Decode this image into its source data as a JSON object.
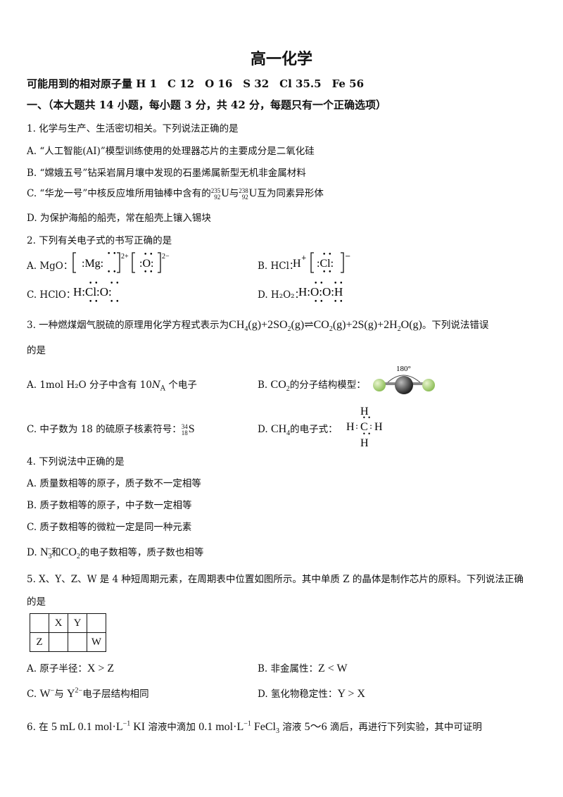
{
  "header": {
    "title": "高一化学",
    "atomic_masses_label": "可能用到的相对原子量 H 1　C 12　O 16　S 32　Cl 35.5　Fe 56",
    "section_one": "一、（本大题共 14 小题，每小题 3 分，共 42 分，每题只有一个正确选项）"
  },
  "q1": {
    "stem": "1. 化学与生产、生活密切相关。下列说法正确的是",
    "a": "A. “人工智能(AI)”模型训练使用的处理器芯片的主要成分是二氧化硅",
    "b": "B. “嫦娥五号”钻采岩屑月壤中发现的石墨烯属新型无机非金属材料",
    "c_pre": "C. “华龙一号”中核反应堆所用铀棒中含有的",
    "c_mid": "与",
    "c_post": "互为同素异形体",
    "d": "D. 为保护海船的船壳，常在船壳上镶入锡块"
  },
  "q2": {
    "stem": "2. 下列有关电子式的书写正确的是",
    "a_label": "A. MgO：",
    "b_label": "B. HCl：",
    "c_label": "C. HClO：",
    "d_label": "D. H₂O₂："
  },
  "q3": {
    "stem_pre": "3. 一种燃煤烟气脱硫的原理用化学方程式表示为",
    "stem_post": "。下列说法错误",
    "stem_cont": "的是",
    "a_pre": "A. 1mol H₂O 分子中含有 10",
    "a_na": "N",
    "a_na_sub": "A",
    "a_post": " 个电子",
    "b_pre": "B.",
    "b_post": "的分子结构模型：",
    "angle": "180°",
    "c_pre": "C. 中子数为 18 的硫原子核素符号：",
    "d_pre": "D.",
    "d_post": "的电子式："
  },
  "q4": {
    "stem": "4. 下列说法中正确的是",
    "a": "A. 质量数相等的原子，质子数不一定相等",
    "b": "B. 质子数相等的原子，中子数一定相等",
    "c": "C. 质子数相等的微粒一定是同一种元素",
    "d_pre": "D.",
    "d_mid": "和",
    "d_post": "的电子数相等，质子数也相等"
  },
  "q5": {
    "stem": "5. X、Y、Z、W 是 4 种短周期元素，在周期表中位置如图所示。其中单质 Z 的晶体是制作芯片的原料。下列说法正确",
    "stem_cont": "的是",
    "table": [
      [
        "",
        "X",
        "Y",
        ""
      ],
      [
        "Z",
        "",
        "",
        "W"
      ]
    ],
    "a_pre": "A. 原子半径：",
    "a_val": "X > Z",
    "b_pre": "B. 非金属性：",
    "b_val": "Z < W",
    "c_post": "电子层结构相同",
    "d_pre": "D. 氢化物稳定性：",
    "d_val": "Y > X"
  },
  "q6": {
    "stem_pre": "6.  在",
    "stem_mid1": "溶液中滴加",
    "stem_mid2": "溶液",
    "stem_post": "滴后，再进行下列实验，其中可证明"
  }
}
